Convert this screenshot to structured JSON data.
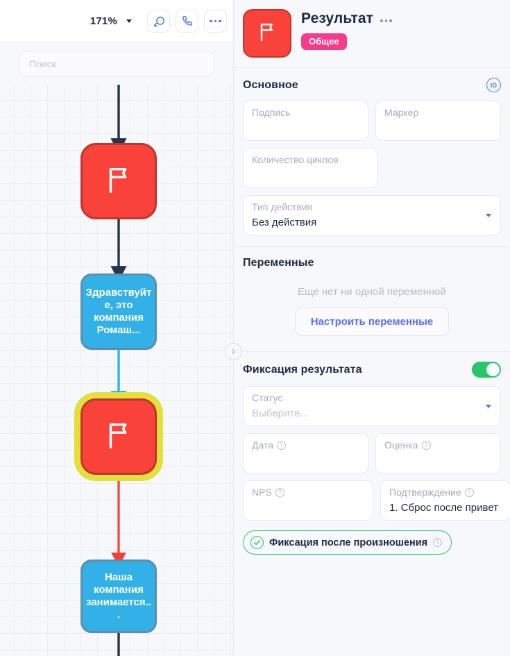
{
  "toolbar": {
    "zoom_level": "171%",
    "caret_icon": "chevron-down-icon",
    "chat_icon": "chat-bubble-icon",
    "call_icon": "phone-icon",
    "more_icon": "more-horizontal-icon"
  },
  "search": {
    "placeholder": "Поиск",
    "value": ""
  },
  "canvas": {
    "collapse_icon": "chevron-right-icon",
    "nodes": [
      {
        "id": "n1",
        "type": "flag",
        "label": "",
        "selected": false
      },
      {
        "id": "n2",
        "type": "message",
        "label": "Здравствуйте, это компания Ромаш...",
        "selected": false
      },
      {
        "id": "n3",
        "type": "flag",
        "label": "",
        "selected": true
      },
      {
        "id": "n4",
        "type": "message",
        "label": "Наша компания занимается...",
        "selected": false
      }
    ]
  },
  "panel": {
    "icon_name": "flag-icon",
    "title": "Результат",
    "title_more_icon": "more-horizontal-icon",
    "tag": "Общее",
    "accent_red": "#f9423a",
    "accent_pink": "#f73a8a",
    "accent_blue": "#4b73f0",
    "accent_green": "#25c766"
  },
  "basic": {
    "title": "Основное",
    "id_badge": "ID",
    "fields": {
      "signature": {
        "label": "Подпись",
        "value": ""
      },
      "marker": {
        "label": "Маркер",
        "value": ""
      },
      "cycles": {
        "label": "Количество циклов",
        "value": ""
      },
      "action_type": {
        "label": "Тип действия",
        "value": "Без действия",
        "caret_icon": "chevron-down-icon"
      }
    }
  },
  "variables": {
    "title": "Переменные",
    "empty_text": "Еще нет ни одной переменной",
    "button_label": "Настроить переменные"
  },
  "fixation": {
    "title": "Фиксация результата",
    "toggle_on": true,
    "status": {
      "label": "Статус",
      "value": "Выберите...",
      "caret_icon": "chevron-down-icon"
    },
    "date": {
      "label": "Дата",
      "value": "",
      "help_icon": "question-mark-icon"
    },
    "score": {
      "label": "Оценка",
      "value": "",
      "help_icon": "question-mark-icon"
    },
    "nps": {
      "label": "NPS",
      "value": "",
      "help_icon": "question-mark-icon"
    },
    "confirmation": {
      "label": "Подтверждение",
      "value": "1. Сброс после привет",
      "help_icon": "question-mark-icon"
    },
    "checkbox": {
      "label": "Фиксация после произношения",
      "checked": true,
      "check_icon": "check-circle-icon",
      "help_icon": "question-mark-icon"
    }
  }
}
